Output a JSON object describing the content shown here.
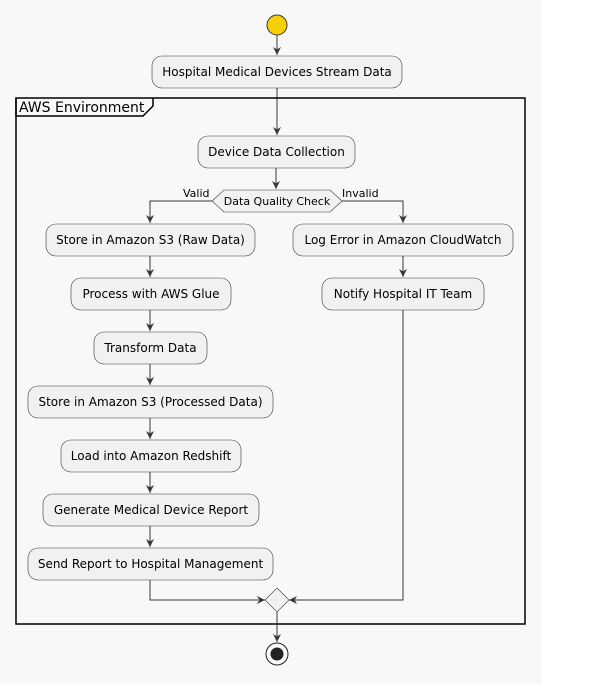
{
  "group": {
    "label": "AWS Environment"
  },
  "nodes": {
    "source": "Hospital Medical Devices Stream Data",
    "collect": "Device Data Collection",
    "decision": "Data Quality Check",
    "s3_raw": "Store in Amazon S3 (Raw Data)",
    "glue": "Process with AWS Glue",
    "transform": "Transform Data",
    "s3_processed": "Store in Amazon S3 (Processed Data)",
    "redshift": "Load into Amazon Redshift",
    "report": "Generate Medical Device Report",
    "send": "Send Report to Hospital Management",
    "log_error": "Log Error in Amazon CloudWatch",
    "notify": "Notify Hospital IT Team"
  },
  "branches": {
    "valid": "Valid",
    "invalid": "Invalid"
  },
  "colors": {
    "start": "#f5cf0a",
    "node_fill": "#f1f1f1",
    "stroke": "#383838",
    "background": "#f8f8f8"
  }
}
